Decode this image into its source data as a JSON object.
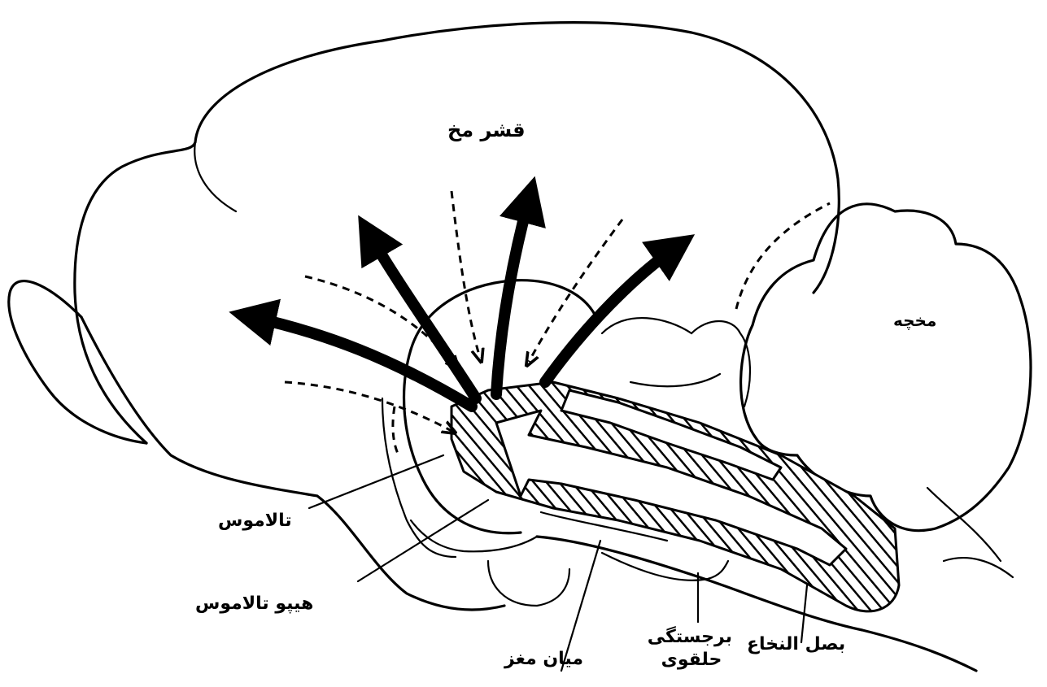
{
  "labels": {
    "cerebrum": "قشر مخ",
    "cerebellum": "مخچه",
    "thalamus": "تالاموس",
    "hypothalamus": "هیپو تالاموس",
    "midbrain": "میان مغز",
    "pons": "برجستگی حلقوی",
    "medulla": "بصل النخاع"
  },
  "colors": {
    "ink": "#000000",
    "paper": "#ffffff"
  }
}
